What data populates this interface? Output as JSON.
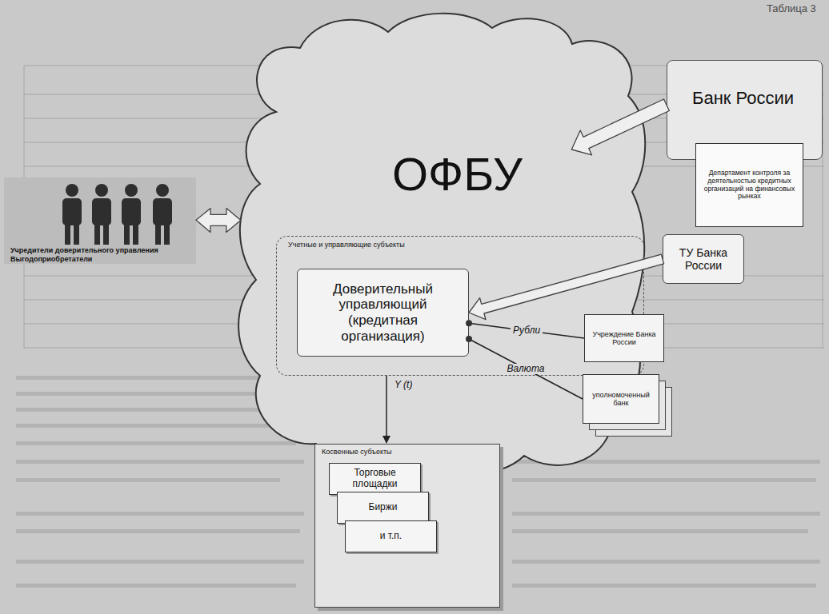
{
  "diagram": {
    "nodes": [
      {
        "text": [
          "ОФБУ"
        ]
      },
      {
        "text": [
          "Учредители доверительного управления",
          "Выгодоприобретатели"
        ]
      },
      {
        "text": [
          "Учетные и управляющие субъекты"
        ],
        "in": 0
      },
      {
        "text": [
          "Доверительный управляющий (кредитная организация)"
        ],
        "in": 2
      },
      {
        "text": [
          "Банк России"
        ]
      },
      {
        "text": [
          "Департамент контроля за деятельностью кредитных организаций на финансовых рынках"
        ],
        "in": 4
      },
      {
        "text": [
          "ТУ Банка России"
        ]
      },
      {
        "text": [
          "Учреждение Банка России"
        ]
      },
      {
        "text": [
          "уполномоченный банк"
        ]
      },
      {
        "text": [
          "Косвенные субъекты"
        ]
      },
      {
        "text": [
          "Торговые площадки"
        ],
        "in": 9
      },
      {
        "text": [
          "Биржи"
        ],
        "in": 9
      },
      {
        "text": [
          "и т.п."
        ],
        "in": 9
      }
    ],
    "edges": [
      {
        "from": 1,
        "to": 0,
        "arrow": "both"
      },
      {
        "from": 4,
        "to": 0,
        "arrow": "to"
      },
      {
        "from": 6,
        "to": 3,
        "arrow": "to"
      },
      {
        "from": 3,
        "to": 7,
        "label": "Рубли",
        "arrow": "none"
      },
      {
        "from": 3,
        "to": 8,
        "label": "Валюта",
        "arrow": "none"
      },
      {
        "from": 2,
        "to": 9,
        "label": "Y (t)",
        "arrow": "to"
      }
    ],
    "labels": [
      "Таблица 3"
    ]
  }
}
